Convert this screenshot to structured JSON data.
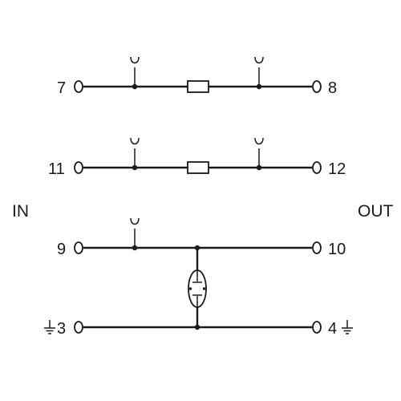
{
  "diagram": {
    "side_labels": {
      "input": "IN",
      "output": "OUT"
    },
    "lines": [
      {
        "left_terminal": "7",
        "right_terminal": "8",
        "left_ground": false,
        "right_ground": false,
        "test_points": 2,
        "element": "fuse"
      },
      {
        "left_terminal": "11",
        "right_terminal": "12",
        "left_ground": false,
        "right_ground": false,
        "test_points": 2,
        "element": "fuse"
      },
      {
        "left_terminal": "9",
        "right_terminal": "10",
        "left_ground": false,
        "right_ground": false,
        "test_points": 1,
        "element": "gas-discharge-tube-to-line-4"
      },
      {
        "left_terminal": "3",
        "right_terminal": "4",
        "left_ground": true,
        "right_ground": true,
        "test_points": 0,
        "element": "none"
      }
    ],
    "colors": {
      "ink": "#1a1a1a",
      "background": "#ffffff"
    }
  }
}
